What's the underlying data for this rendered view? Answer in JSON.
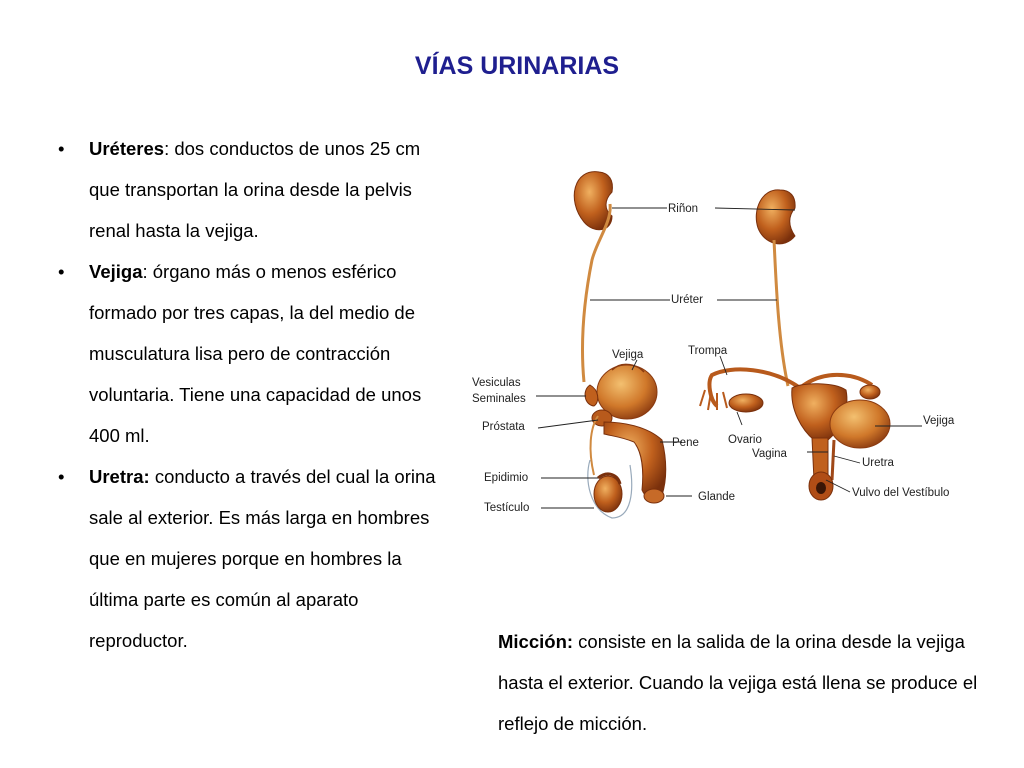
{
  "title": "VÍAS URINARIAS",
  "bullets": [
    {
      "term": "Uréteres",
      "sep": ": ",
      "text": "dos conductos de unos 25 cm que transportan la orina desde la pelvis renal hasta la vejiga."
    },
    {
      "term": "Vejiga",
      "sep": ": ",
      "text": "órgano más o menos esférico formado por tres capas, la del medio de musculatura lisa pero de contracción voluntaria. Tiene una capacidad de unos 400 ml."
    },
    {
      "term": "Uretra:",
      "sep": " ",
      "text": "conducto a través del cual la orina sale al exterior. Es más larga en hombres que en mujeres porque en hombres la última parte es común al aparato reproductor."
    }
  ],
  "diagram": {
    "labels": {
      "rinon": "Riñon",
      "ureter": "Uréter",
      "vejiga_m": "Vejiga",
      "trompa": "Trompa",
      "vesiculas1": "Vesiculas",
      "vesiculas2": "Seminales",
      "prostata": "Próstata",
      "pene": "Pene",
      "ovario": "Ovario",
      "vagina": "Vagina",
      "vejiga_f": "Vejiga",
      "uretra": "Uretra",
      "epidimio": "Epidimio",
      "testiculo": "Testículo",
      "glande": "Glande",
      "vulvo": "Vulvo del Vestíbulo"
    },
    "colors": {
      "organ": "#c0601d",
      "organ_dark": "#8a3a10",
      "organ_light": "#e9a050",
      "line": "#222222"
    }
  },
  "miccion": {
    "term": "Micción:",
    "text": "consiste en la salida de la orina desde la vejiga hasta el exterior. Cuando la vejiga está llena se produce el reflejo de micción."
  }
}
